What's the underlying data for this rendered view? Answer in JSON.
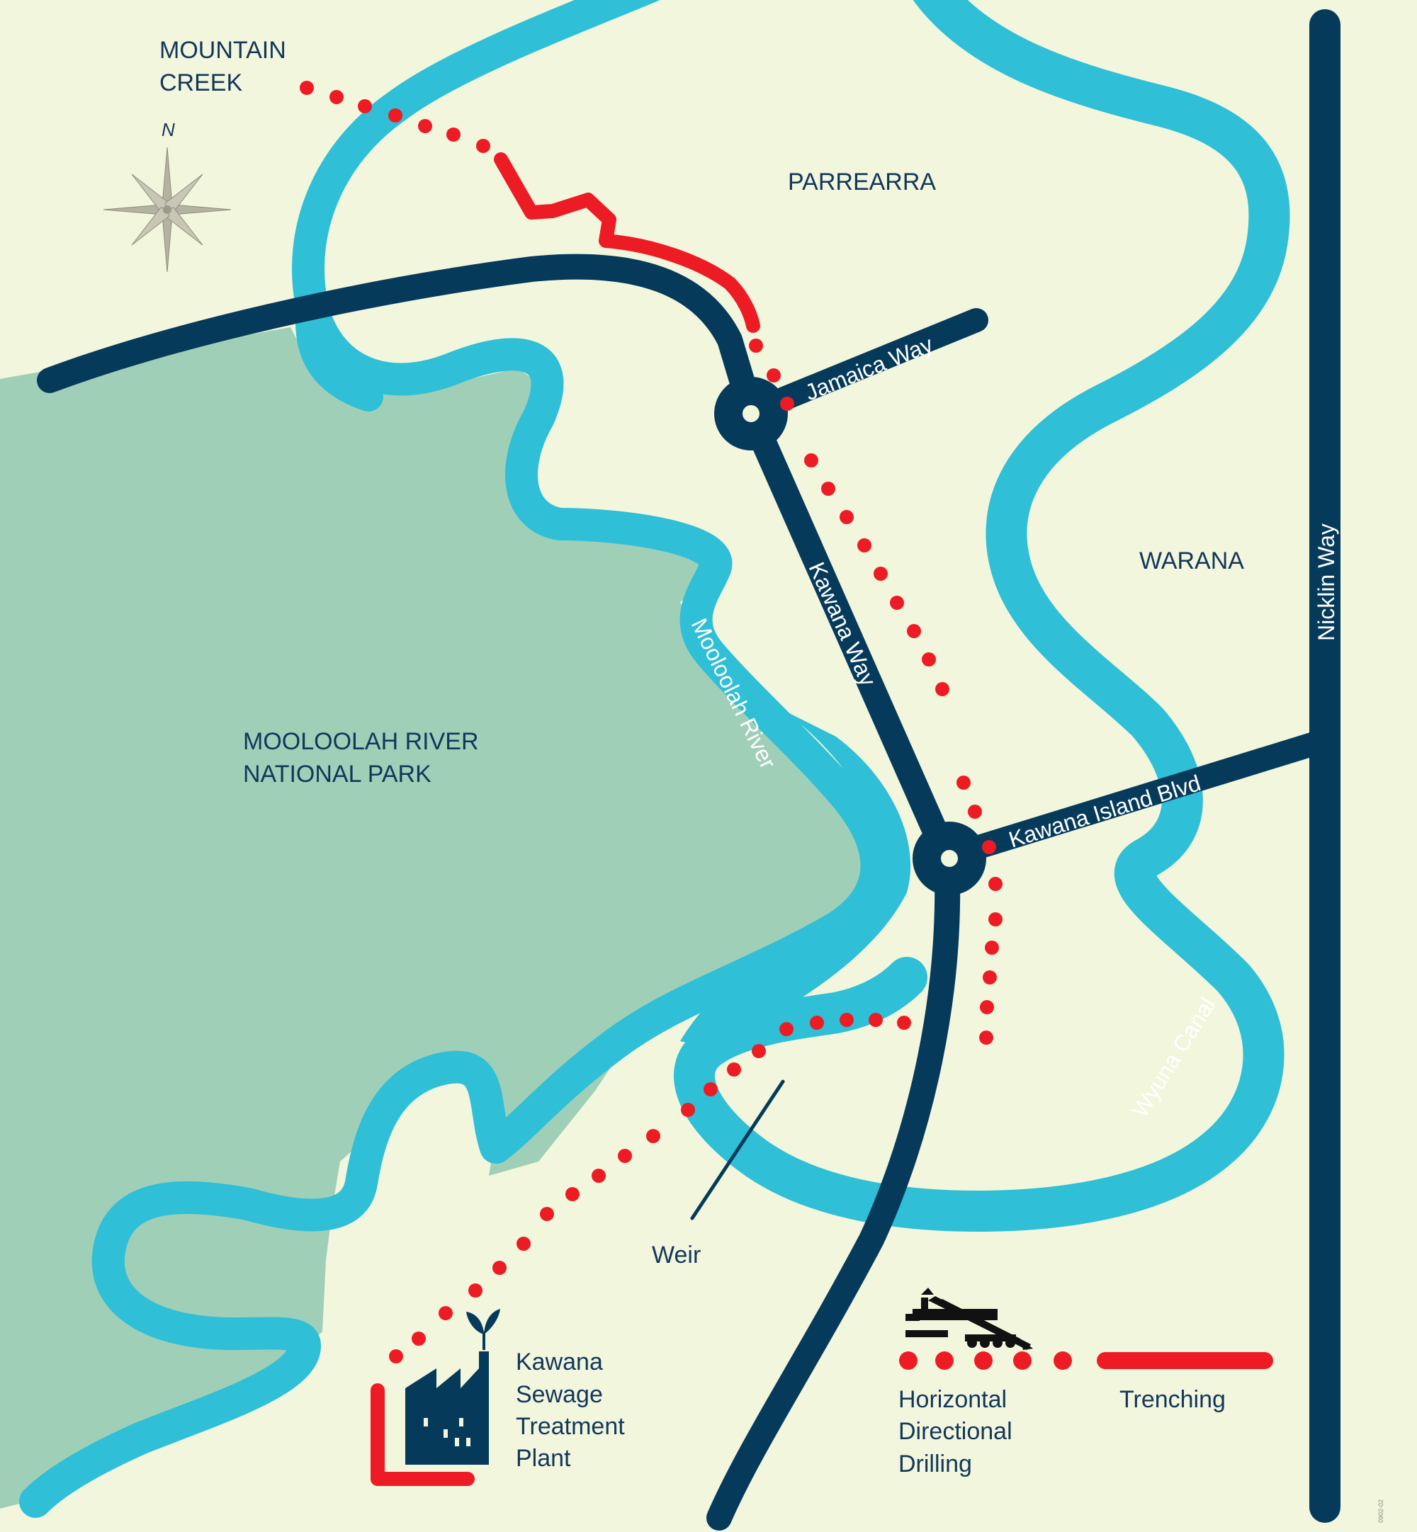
{
  "places": {
    "mountain_creek": [
      "MOUNTAIN",
      "CREEK"
    ],
    "parrearra": "PARREARRA",
    "warana": "WARANA",
    "national_park": [
      "MOOLOOLAH RIVER",
      "NATIONAL PARK"
    ]
  },
  "roads": {
    "jamaica_way": "Jamaica Way",
    "kawana_way": "Kawana Way",
    "kawana_island_blvd": "Kawana Island Blvd",
    "nicklin_way": "Nicklin Way"
  },
  "waterways": {
    "mooloolah_river": "Mooloolah River",
    "wyuna_canal": "Wyuna Canal"
  },
  "features": {
    "weir": "Weir",
    "treatment_plant": [
      "Kawana",
      "Sewage",
      "Treatment",
      "Plant"
    ]
  },
  "compass": {
    "north_label": "N"
  },
  "legend": {
    "hdd": [
      "Horizontal",
      "Directional",
      "Drilling"
    ],
    "trenching": "Trenching"
  },
  "doc_code": "0902-02",
  "colors": {
    "land": "#f2f6dd",
    "park": "#a0cfb8",
    "water": "#2fbfd6",
    "road": "#063a5b",
    "pipeline": "#ed1c24",
    "text": "#12375a"
  },
  "icons": {
    "compass": "compass-rose-icon",
    "factory": "factory-icon",
    "drill_rig": "drill-rig-icon"
  }
}
